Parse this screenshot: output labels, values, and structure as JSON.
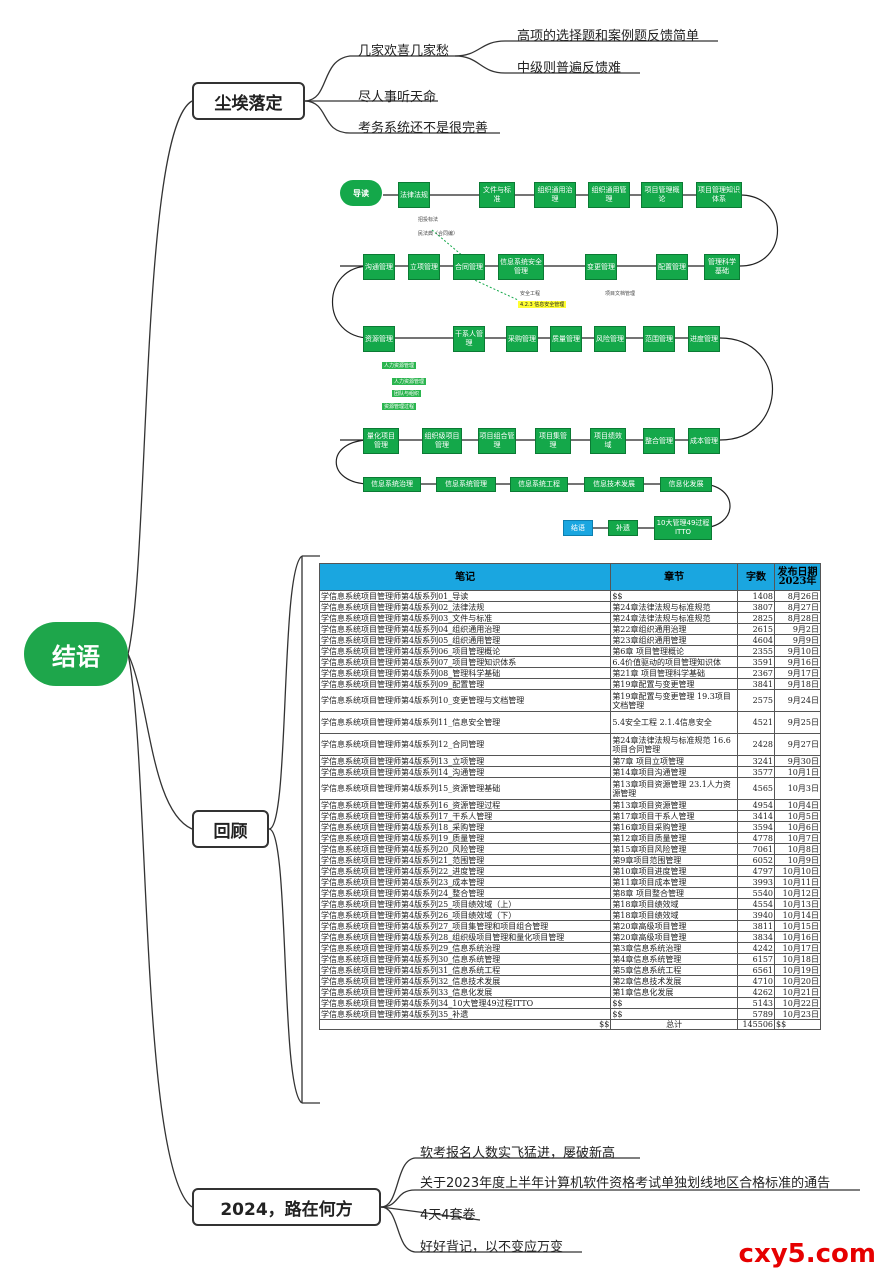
{
  "root": {
    "label": "结语"
  },
  "branches": {
    "b1": {
      "label": "尘埃落定",
      "items": [
        "几家欢喜几家愁",
        "尽人事听天命",
        "考务系统还不是很完善"
      ],
      "sub": [
        "高项的选择题和案例题反馈简单",
        "中级则普遍反馈难"
      ]
    },
    "b2": {
      "label": "回顾"
    },
    "b3": {
      "label": "2024，路在何方",
      "items": [
        "软考报名人数实飞猛进，屡破新高",
        "关于2023年度上半年计算机软件资格考试单独划线地区合格标准的通告",
        "4天4套卷",
        "好好背记，以不变应万变"
      ]
    }
  },
  "flow": {
    "start": "导读",
    "row1": [
      "法律法规",
      "文件与标准",
      "组织通用治理",
      "组织通用管理",
      "项目管理概论",
      "项目管理知识体系"
    ],
    "row1_notes": [
      "招投标法",
      "民法典（合同编）"
    ],
    "row2": [
      "沟通管理",
      "立项管理",
      "合同管理",
      "信息系统安全管理",
      "变更管理",
      "配置管理",
      "管理科学基础"
    ],
    "row2_notes": [
      "安全工程",
      "4.2.3 信息安全管理",
      "项目文档管理"
    ],
    "row3": [
      "资源管理",
      "干系人管理",
      "采购管理",
      "质量管理",
      "风险管理",
      "范围管理",
      "进度管理"
    ],
    "row3_notes": [
      "人力资源管理",
      "人力资源管理",
      "团队与组织",
      "资源管理过程"
    ],
    "row4": [
      "量化项目管理",
      "组织级项目管理",
      "项目组合管理",
      "项目集管理",
      "项目绩效域",
      "整合管理",
      "成本管理"
    ],
    "row5": [
      "信息系统治理",
      "信息系统管理",
      "信息系统工程",
      "信息技术发展",
      "信息化发展"
    ],
    "row6": [
      "结语",
      "补遗",
      "10大管理49过程ITTO"
    ]
  },
  "table": {
    "headers": [
      "笔记",
      "章节",
      "字数",
      "发布日期 2023年"
    ],
    "rows": [
      [
        "学信息系统项目管理师第4版系列01_导读",
        "$$",
        "1408",
        "8月26日"
      ],
      [
        "学信息系统项目管理师第4版系列02_法律法规",
        "第24章法律法规与标准规范",
        "3807",
        "8月27日"
      ],
      [
        "学信息系统项目管理师第4版系列03_文件与标准",
        "第24章法律法规与标准规范",
        "2825",
        "8月28日"
      ],
      [
        "学信息系统项目管理师第4版系列04_组织通用治理",
        "第22章组织通用治理",
        "2615",
        "9月2日"
      ],
      [
        "学信息系统项目管理师第4版系列05_组织通用管理",
        "第23章组织通用管理",
        "4604",
        "9月9日"
      ],
      [
        "学信息系统项目管理师第4版系列06_项目管理概论",
        "第6章 项目管理概论",
        "2355",
        "9月10日"
      ],
      [
        "学信息系统项目管理师第4版系列07_项目管理知识体系",
        "6.4价值驱动的项目管理知识体",
        "3591",
        "9月16日"
      ],
      [
        "学信息系统项目管理师第4版系列08_管理科学基础",
        "第21章 项目管理科学基础",
        "2367",
        "9月17日"
      ],
      [
        "学信息系统项目管理师第4版系列09_配置管理",
        "第19章配置与变更管理",
        "3841",
        "9月18日"
      ],
      [
        "学信息系统项目管理师第4版系列10_变更管理与文档管理",
        "第19章配置与变更管理 19.3项目文档管理",
        "2575",
        "9月24日"
      ],
      [
        "学信息系统项目管理师第4版系列11_信息安全管理",
        "5.4安全工程 2.1.4信息安全",
        "4521",
        "9月25日"
      ],
      [
        "学信息系统项目管理师第4版系列12_合同管理",
        "第24章法律法规与标准规范 16.6项目合同管理",
        "2428",
        "9月27日"
      ],
      [
        "学信息系统项目管理师第4版系列13_立项管理",
        "第7章 项目立项管理",
        "3241",
        "9月30日"
      ],
      [
        "学信息系统项目管理师第4版系列14_沟通管理",
        "第14章项目沟通管理",
        "3577",
        "10月1日"
      ],
      [
        "学信息系统项目管理师第4版系列15_资源管理基础",
        "第13章项目资源管理 23.1人力资源管理",
        "4565",
        "10月3日"
      ],
      [
        "学信息系统项目管理师第4版系列16_资源管理过程",
        "第13章项目资源管理",
        "4954",
        "10月4日"
      ],
      [
        "学信息系统项目管理师第4版系列17_干系人管理",
        "第17章项目干系人管理",
        "3414",
        "10月5日"
      ],
      [
        "学信息系统项目管理师第4版系列18_采购管理",
        "第16章项目采购管理",
        "3594",
        "10月6日"
      ],
      [
        "学信息系统项目管理师第4版系列19_质量管理",
        "第12章项目质量管理",
        "4778",
        "10月7日"
      ],
      [
        "学信息系统项目管理师第4版系列20_风险管理",
        "第15章项目风险管理",
        "7061",
        "10月8日"
      ],
      [
        "学信息系统项目管理师第4版系列21_范围管理",
        "第9章项目范围管理",
        "6052",
        "10月9日"
      ],
      [
        "学信息系统项目管理师第4版系列22_进度管理",
        "第10章项目进度管理",
        "4797",
        "10月10日"
      ],
      [
        "学信息系统项目管理师第4版系列23_成本管理",
        "第11章项目成本管理",
        "3993",
        "10月11日"
      ],
      [
        "学信息系统项目管理师第4版系列24_整合管理",
        "第8章 项目整合管理",
        "5540",
        "10月12日"
      ],
      [
        "学信息系统项目管理师第4版系列25_项目绩效域（上）",
        "第18章项目绩效域",
        "4554",
        "10月13日"
      ],
      [
        "学信息系统项目管理师第4版系列26_项目绩效域（下）",
        "第18章项目绩效域",
        "3940",
        "10月14日"
      ],
      [
        "学信息系统项目管理师第4版系列27_项目集管理和项目组合管理",
        "第20章高级项目管理",
        "3811",
        "10月15日"
      ],
      [
        "学信息系统项目管理师第4版系列28_组织级项目管理和量化项目管理",
        "第20章高级项目管理",
        "3834",
        "10月16日"
      ],
      [
        "学信息系统项目管理师第4版系列29_信息系统治理",
        "第3章信息系统治理",
        "4242",
        "10月17日"
      ],
      [
        "学信息系统项目管理师第4版系列30_信息系统管理",
        "第4章信息系统管理",
        "6157",
        "10月18日"
      ],
      [
        "学信息系统项目管理师第4版系列31_信息系统工程",
        "第5章信息系统工程",
        "6561",
        "10月19日"
      ],
      [
        "学信息系统项目管理师第4版系列32_信息技术发展",
        "第2章信息技术发展",
        "4710",
        "10月20日"
      ],
      [
        "学信息系统项目管理师第4版系列33_信息化发展",
        "第1章信息化发展",
        "4262",
        "10月21日"
      ],
      [
        "学信息系统项目管理师第4版系列34_10大管理49过程ITTO",
        "$$",
        "5143",
        "10月22日"
      ],
      [
        "学信息系统项目管理师第4版系列35_补遗",
        "$$",
        "5789",
        "10月23日"
      ]
    ],
    "total": [
      "$$",
      "总计",
      "145506",
      "$$"
    ]
  },
  "watermark": "cxy5.com"
}
